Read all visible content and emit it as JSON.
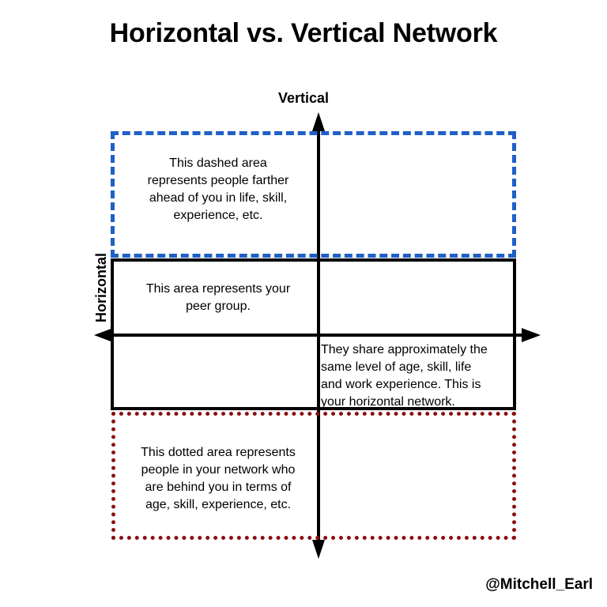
{
  "title": "Horizontal vs. Vertical Network",
  "axes": {
    "vertical_label": "Vertical",
    "horizontal_label": "Horizontal",
    "vertical_icon": "up-down-arrow-axis-icon",
    "horizontal_icon": "left-right-arrow-axis-icon"
  },
  "colors": {
    "dashed_blue": "#1f5fc8",
    "solid_black": "#000000",
    "dotted_red": "#8b0e0e",
    "background": "#ffffff"
  },
  "regions": [
    {
      "id": "vertical-ahead",
      "border_style": "dashed",
      "color": "#1f5fc8",
      "text": "This dashed area\nrepresents people farther\nahead of you in life, skill,\nexperience, etc."
    },
    {
      "id": "peer-group",
      "border_style": "solid",
      "color": "#000000",
      "text": "This area represents your\npeer group."
    },
    {
      "id": "peer-group-detail",
      "border_style": "none",
      "color": "#000000",
      "text": "They share approximately the\nsame level of age, skill, life\nand work experience. This is\nyour horizontal network."
    },
    {
      "id": "vertical-behind",
      "border_style": "dotted",
      "color": "#8b0e0e",
      "text": "This dotted area represents\npeople in your network who\nare behind you in terms of\nage, skill, experience, etc."
    }
  ],
  "watermark": "@Mitchell_Earl"
}
